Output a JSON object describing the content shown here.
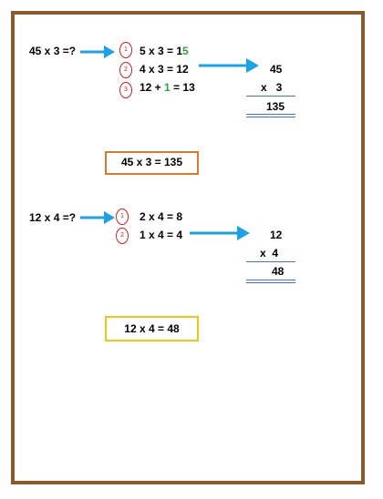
{
  "colors": {
    "frame": "#8a5a2b",
    "arrow": "#1fa2e3",
    "circle": "#d02020",
    "green": "#2e9e3f",
    "rule": "#4a6fc7",
    "box1": "#d97a2a",
    "box2": "#f2c318"
  },
  "problem1": {
    "question": "45 x 3 =?",
    "step_numbers": [
      "1",
      "2",
      "3"
    ],
    "step1": {
      "a": "5 x 3 = 1",
      "b": "5"
    },
    "step2": "4 x 3 = 12",
    "step3": {
      "a": "12 + ",
      "b": "1",
      "c": " = 13"
    },
    "column": {
      "top": "45",
      "mult": "x   3",
      "result": "135"
    },
    "answer": "45 x 3 = 135"
  },
  "problem2": {
    "question": "12 x 4 =?",
    "step_numbers": [
      "1",
      "2"
    ],
    "step1": "2 x 4 = 8",
    "step2": "1 x 4 = 4",
    "column": {
      "top": "12",
      "mult": "x  4",
      "result": "48"
    },
    "answer": "12 x 4 = 48"
  }
}
